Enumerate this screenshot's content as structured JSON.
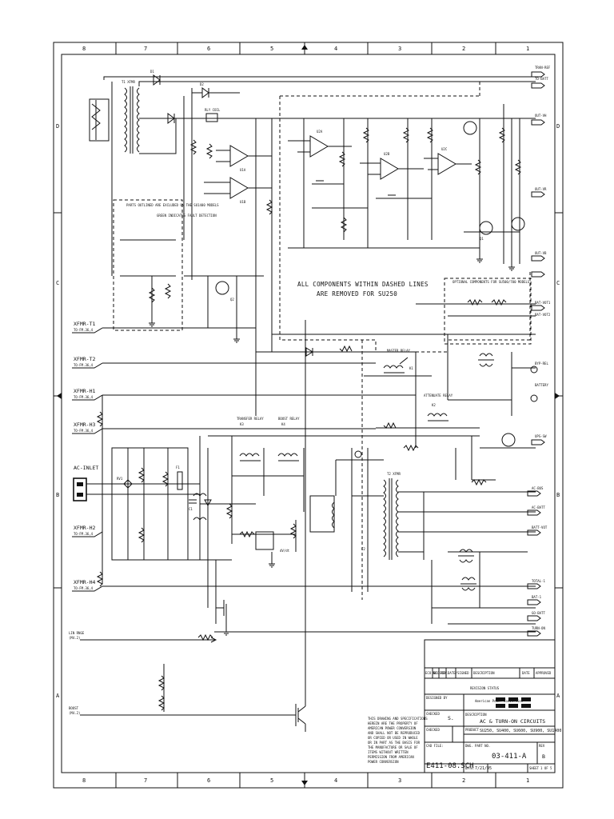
{
  "border": {
    "columns": [
      "8",
      "7",
      "6",
      "5",
      "4",
      "3",
      "2",
      "1"
    ],
    "rows": [
      "D",
      "C",
      "B",
      "A"
    ]
  },
  "note": {
    "line1": "ALL COMPONENTS WITHIN DASHED LINES",
    "line2": "ARE REMOVED FOR SU250"
  },
  "inputs": [
    {
      "label": "XFMR-T1",
      "ref": "TO-FM.36,4"
    },
    {
      "label": "XFMR-T2",
      "ref": "TO-FM.36,4"
    },
    {
      "label": "XFMR-H1",
      "ref": "TO-FM.36,4"
    },
    {
      "label": "XFMR-H3",
      "ref": "TO-FM.36,4"
    },
    {
      "label": "AC-INLET",
      "ref": ""
    },
    {
      "label": "XFMR-H2",
      "ref": "TO-FM.36,4"
    },
    {
      "label": "XFMR-H4",
      "ref": "TO-FM.36,4"
    }
  ],
  "left_bottom_ports": [
    {
      "label": "LIN RNGE",
      "ref": "(M4.2)"
    },
    {
      "label": "BOOST",
      "ref": "(M4.2)"
    }
  ],
  "right_ports": [
    "TRAN-REF",
    "TO-BATT",
    "OUT-VH",
    "OUT-VR",
    "OUT-VB",
    "BAT-VOT1",
    "BAT-VOT2",
    "BYP-REL",
    "BATTERY",
    "UPS-SW",
    "AC-BUS",
    "AC-BATT",
    "BATT-VOT",
    "TOTAL-1",
    "BAT-1",
    "GO-BATT",
    "TURN-ON"
  ],
  "relays": [
    {
      "name": "MASTER RELAY",
      "ref": "K1"
    },
    {
      "name": "ATTENUATE RELAY",
      "ref": "K2"
    },
    {
      "name": "TRANSFER RELAY",
      "ref": "K3"
    },
    {
      "name": "BOOST RELAY",
      "ref": "K4"
    }
  ],
  "zones": {
    "outlines_note": "OPTIONAL COMPONENTS FOR SU500/700 MODELS",
    "sense_box": "PARTS OUTLINED ARE EXCLUDED ON THE SU1400 MODELS",
    "filter_label": "GREEN INDICATES FAULT DETECTION"
  },
  "title_block": {
    "revision_headers": [
      "ECO NO.",
      "ECO REV.",
      "ECO",
      "DATE/SIGNED",
      "DESCRIPTION",
      "DATE",
      "APPROVED"
    ],
    "revision_history_label": "REVISION STATUS",
    "company_name": "American Power Conversion",
    "logo_text": "APC",
    "designer_label": "DESIGNED BY",
    "checked_label": "CHECKED",
    "checked_name": "S.",
    "approved_label": "CHECKED",
    "description_label": "DESCRIPTION",
    "description": "AC & TURN-ON CIRCUITS",
    "product_label": "PRODUCT",
    "product": "SU250, SU400, SU600, SU900, SU1400",
    "dwg_no_label": "DWG. PART NO.",
    "dwg_no": "03-411-A",
    "rev_label": "REV",
    "rev": "B",
    "cad_file_label": "CAD FILE:",
    "cad_file": "E411-08.SCH",
    "date_label": "DATE:",
    "date": "7/21/95",
    "sheet_label": "SHEET",
    "sheet": "1 OF 5",
    "proprietary": [
      "THIS DRAWING AND SPECIFICATIONS",
      "HEREIN ARE THE PROPERTY OF",
      "AMERICAN POWER CONVERSION",
      "AND SHALL NOT BE REPRODUCED",
      "OR COPIED OR USED IN WHOLE",
      "OR IN PART AS THE BASIS FOR",
      "THE MANUFACTURE OR SALE OF",
      "ITEMS WITHOUT WRITTEN",
      "PERMISSION FROM AMERICAN",
      "POWER CONVERSION"
    ]
  },
  "components": {
    "t1": "T1 XFMR",
    "t2": "T2 XFMR",
    "q1": "Q1",
    "q2": "Q2",
    "u1": "U1A",
    "u2": "U1B",
    "u3": "U2A",
    "u4": "U2B",
    "u5": "U2C",
    "rv1": "RV1",
    "f1": "F1",
    "d1": "D1",
    "d2": "D2",
    "c1": "C1",
    "c2": "C2",
    "relay_coil": "RLY COIL",
    "dvdt": "dV/dt"
  }
}
